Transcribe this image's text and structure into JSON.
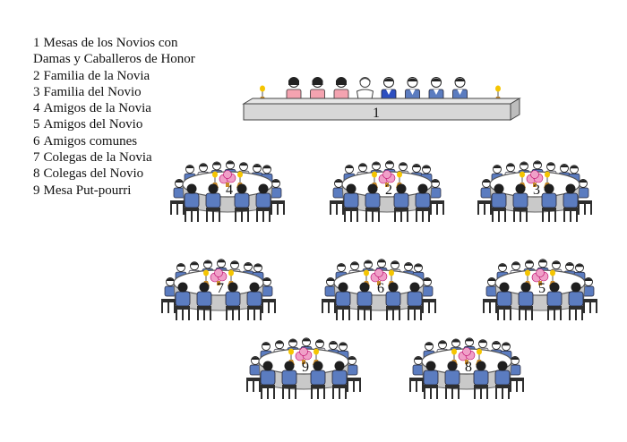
{
  "legend": [
    {
      "number": "1",
      "label": "Mesas de los Novios con",
      "label2": "Damas y Caballeros de Honor"
    },
    {
      "number": "2",
      "label": "Familia de la Novia"
    },
    {
      "number": "3",
      "label": "Familia del Novio"
    },
    {
      "number": "4",
      "label": "Amigos de la Novia"
    },
    {
      "number": "5",
      "label": "Amigos del Novio"
    },
    {
      "number": "6",
      "label": "Amigos comunes"
    },
    {
      "number": "7",
      "label": "Colegas de la Novia"
    },
    {
      "number": "8",
      "label": "Colegas del Novio"
    },
    {
      "number": "9",
      "label": "Mesa Put-pourri"
    }
  ],
  "head_table": {
    "number": "1",
    "guests": [
      "bridesmaid",
      "bridesmaid",
      "bridesmaid",
      "bride",
      "groom",
      "groomsman",
      "groomsman",
      "groomsman"
    ]
  },
  "round_tables": [
    {
      "number": "4",
      "label": "Amigos de la Novia"
    },
    {
      "number": "2",
      "label": "Familia de la Novia"
    },
    {
      "number": "3",
      "label": "Familia del Novio"
    },
    {
      "number": "7",
      "label": "Colegas de la Novia"
    },
    {
      "number": "6",
      "label": "Amigos comunes"
    },
    {
      "number": "5",
      "label": "Amigos del Novio"
    },
    {
      "number": "9",
      "label": "Mesa Put-pourri"
    },
    {
      "number": "8",
      "label": "Colegas del Novio"
    }
  ],
  "colors": {
    "men_suit": "#5b7cc0",
    "women_dress": "#f4a3b0",
    "groom_suit": "#2d4fc0",
    "chair": "#2e2e2e",
    "tablecloth": "#c9c9c9",
    "flowers": "#f0a0c8",
    "candle_flame": "#f5c500"
  }
}
